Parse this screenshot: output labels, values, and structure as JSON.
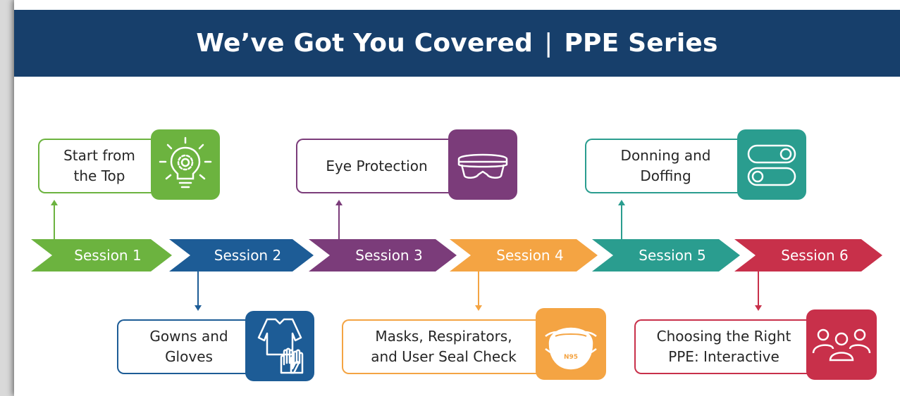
{
  "title": {
    "left": "We’ve Got You Covered",
    "separator": "|",
    "right": "PPE Series"
  },
  "colors": {
    "banner": "#173f6b",
    "session_1": "#6cb33f",
    "session_2": "#1d5c96",
    "session_3": "#7b3c7a",
    "session_4": "#f4a443",
    "session_5": "#2a9d8f",
    "session_6": "#c8304a"
  },
  "sessions": [
    {
      "label": "Session 1"
    },
    {
      "label": "Session 2"
    },
    {
      "label": "Session 3"
    },
    {
      "label": "Session 4"
    },
    {
      "label": "Session 5"
    },
    {
      "label": "Session 6"
    }
  ],
  "topics": [
    {
      "session": 1,
      "text": "Start from\nthe Top",
      "icon": "lightbulb-gear-icon"
    },
    {
      "session": 2,
      "text": "Gowns and\nGloves",
      "icon": "gown-gloves-icon"
    },
    {
      "session": 3,
      "text": "Eye Protection",
      "icon": "goggles-icon"
    },
    {
      "session": 4,
      "text": "Masks, Respirators,\nand User Seal Check",
      "icon": "n95-mask-icon",
      "icon_label": "N95"
    },
    {
      "session": 5,
      "text": "Donning and\nDoffing",
      "icon": "toggle-switch-icon"
    },
    {
      "session": 6,
      "text": "Choosing the Right\nPPE: Interactive",
      "icon": "people-group-icon"
    }
  ]
}
